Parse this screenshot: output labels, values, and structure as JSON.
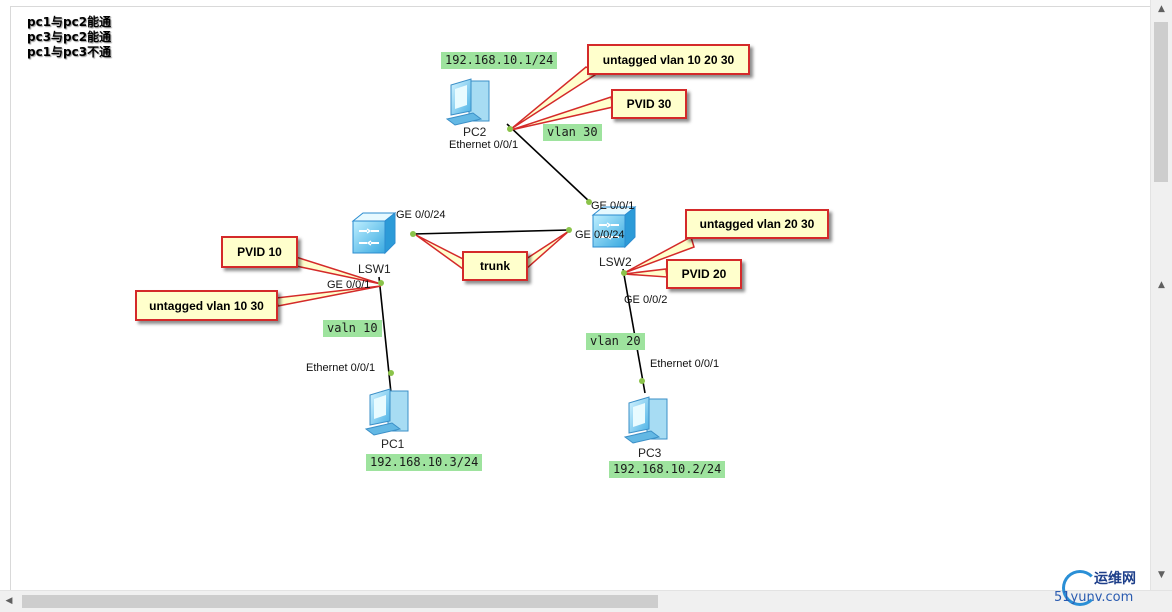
{
  "notes": [
    "pc1与pc2能通",
    "pc3与pc2能通",
    "pc1与pc3不通"
  ],
  "devices": {
    "pc1": {
      "name": "PC1",
      "ip": "192.168.10.3/24"
    },
    "pc2": {
      "name": "PC2",
      "ip": "192.168.10.1/24"
    },
    "pc3": {
      "name": "PC3",
      "ip": "192.168.10.2/24"
    },
    "lsw1": {
      "name": "LSW1"
    },
    "lsw2": {
      "name": "LSW2"
    }
  },
  "ports": {
    "pc2_eth": "Ethernet 0/0/1",
    "lsw2_ge1": "GE 0/0/1",
    "lsw2_ge24": "GE 0/0/24",
    "lsw2_ge2": "GE 0/0/2",
    "lsw1_ge24": "GE 0/0/24",
    "lsw1_ge1": "GE 0/0/1",
    "pc1_eth": "Ethernet 0/0/1",
    "pc3_eth": "Ethernet 0/0/1"
  },
  "vlan_tags": {
    "pc2_link": "vlan  30",
    "pc1_link": "valn 10",
    "pc3_link": "vlan 20"
  },
  "callouts": {
    "lsw2_ge1_untagged": "untagged vlan 10 20 30",
    "lsw2_ge1_pvid": "PVID 30",
    "lsw2_ge2_untagged": "untagged vlan 20 30",
    "lsw2_ge2_pvid": "PVID 20",
    "lsw1_ge1_pvid": "PVID 10",
    "lsw1_ge1_untagged": "untagged vlan 10 30",
    "trunk": "trunk"
  },
  "watermark": {
    "title": "运维网",
    "site": "51yunv.com"
  },
  "colors": {
    "vlan_label_bg": "#9ee39e",
    "callout_bg": "#ffffcc",
    "callout_border": "#d42a2a",
    "port_dot": "#8bc34a",
    "link": "#000000"
  }
}
